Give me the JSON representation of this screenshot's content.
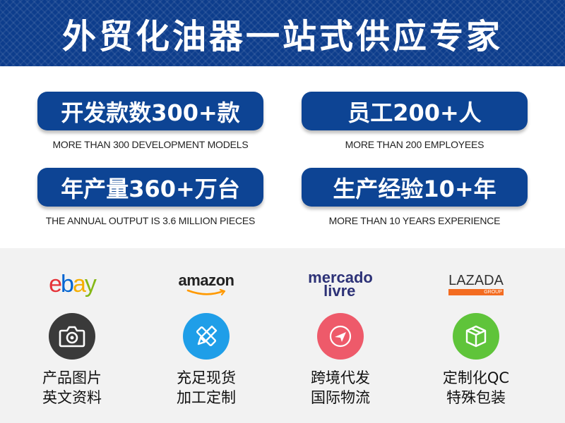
{
  "banner": {
    "title": "外贸化油器一站式供应专家"
  },
  "stats": [
    {
      "pill": "开发款数300+款",
      "subtitle": "MORE THAN 300 DEVELOPMENT MODELS"
    },
    {
      "pill": "员工200+人",
      "subtitle": "MORE THAN 200 EMPLOYEES"
    },
    {
      "pill": "年产量360+万台",
      "subtitle": "THE ANNUAL OUTPUT IS 3.6 MILLION PIECES"
    },
    {
      "pill": "生产经验10+年",
      "subtitle": "MORE THAN 10 YEARS EXPERIENCE"
    }
  ],
  "colors": {
    "banner": "#0d3d8c",
    "pill": "#0d4494",
    "camera_circle": "#3a3a3a",
    "pencil_circle": "#1f9ee8",
    "plane_circle": "#ee5a6a",
    "box_circle": "#5fc43a"
  },
  "services": [
    {
      "logo": {
        "e": "e",
        "b": "b",
        "a": "a",
        "y": "y"
      },
      "icon": "camera-icon",
      "line1": "产品图片",
      "line2": "英文资料"
    },
    {
      "logo": {
        "text": "amazon"
      },
      "icon": "pencil-ruler-icon",
      "line1": "充足现货",
      "line2": "加工定制"
    },
    {
      "logo": {
        "line1": "mercado",
        "line2": "livre"
      },
      "icon": "airplane-icon",
      "line1": "跨境代发",
      "line2": "国际物流"
    },
    {
      "logo": {
        "text": "LAZADA",
        "group": "GROUP"
      },
      "icon": "box-icon",
      "line1": "定制化QC",
      "line2": "特殊包装"
    }
  ]
}
